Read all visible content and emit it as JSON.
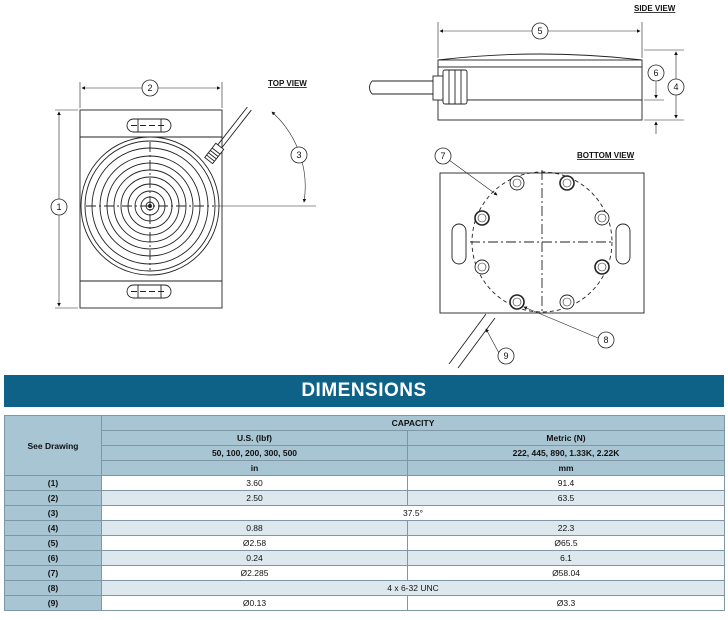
{
  "views": {
    "top": "TOP VIEW",
    "side": "SIDE VIEW",
    "bottom": "BOTTOM VIEW"
  },
  "callouts": [
    "1",
    "2",
    "3",
    "4",
    "5",
    "6",
    "7",
    "8",
    "9"
  ],
  "banner": {
    "title": "DIMENSIONS",
    "color": "#0e6287"
  },
  "table": {
    "see_drawing": "See Drawing",
    "capacity": "CAPACITY",
    "us_label": "U.S. (lbf)",
    "metric_label": "Metric (N)",
    "us_capacities": "50, 100, 200, 300, 500",
    "metric_capacities": "222, 445, 890, 1.33K, 2.22K",
    "us_unit": "in",
    "metric_unit": "mm",
    "rows": [
      {
        "id": "(1)",
        "us": "3.60",
        "metric": "91.4"
      },
      {
        "id": "(2)",
        "us": "2.50",
        "metric": "63.5"
      },
      {
        "id": "(3)",
        "merged": "37.5°"
      },
      {
        "id": "(4)",
        "us": "0.88",
        "metric": "22.3"
      },
      {
        "id": "(5)",
        "us": "Ø2.58",
        "metric": "Ø65.5"
      },
      {
        "id": "(6)",
        "us": "0.24",
        "metric": "6.1"
      },
      {
        "id": "(7)",
        "us": "Ø2.285",
        "metric": "Ø58.04"
      },
      {
        "id": "(8)",
        "merged": "4 x 6-32 UNC"
      },
      {
        "id": "(9)",
        "us": "Ø0.13",
        "metric": "Ø3.3"
      }
    ]
  }
}
